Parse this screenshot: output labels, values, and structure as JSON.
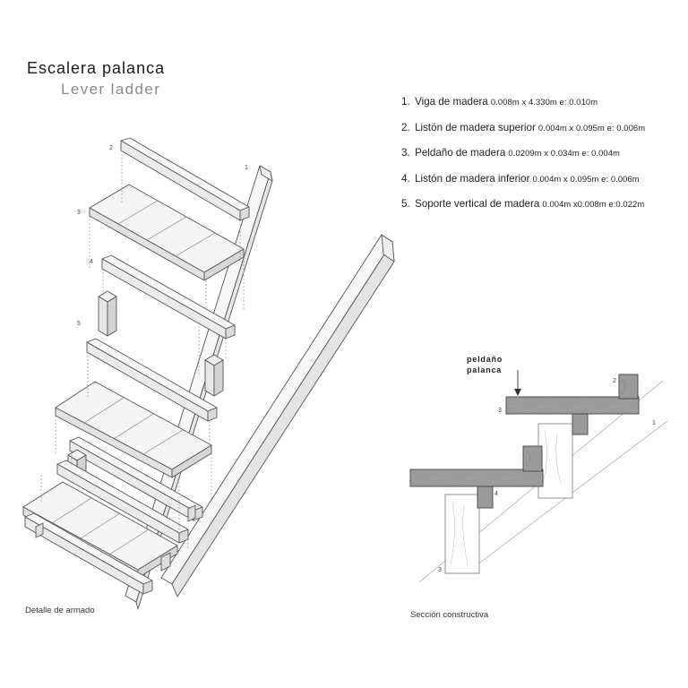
{
  "title": "Escalera palanca",
  "subtitle": "Lever ladder",
  "legend": [
    {
      "num": "1.",
      "name": "Viga de madera",
      "dims": "0.008m x 4.330m e: 0.010m"
    },
    {
      "num": "2.",
      "name": "Listón de madera superior",
      "dims": "0.004m x 0.095m e: 0.006m"
    },
    {
      "num": "3.",
      "name": "Peldaño de madera",
      "dims": "0.0209m x 0.034m e: 0.004m"
    },
    {
      "num": "4.",
      "name": "Listón de madera inferior",
      "dims": "0.004m x 0.095m e: 0.006m"
    },
    {
      "num": "5.",
      "name": "Soporte vertical de madera",
      "dims": "0.004m x0.008m e:0.022m"
    }
  ],
  "assembly": {
    "caption": "Detalle de armado",
    "labels": [
      "2",
      "1",
      "3",
      "4",
      "5"
    ]
  },
  "section": {
    "caption": "Sección constructiva",
    "annotation": [
      "peldaño",
      "palanca"
    ],
    "labels": [
      "2",
      "3",
      "1",
      "4",
      "3"
    ]
  },
  "colors": {
    "line": "#555555",
    "fill": "#f4f4f4",
    "dark": "#8c8c8c",
    "text": "#222222"
  }
}
